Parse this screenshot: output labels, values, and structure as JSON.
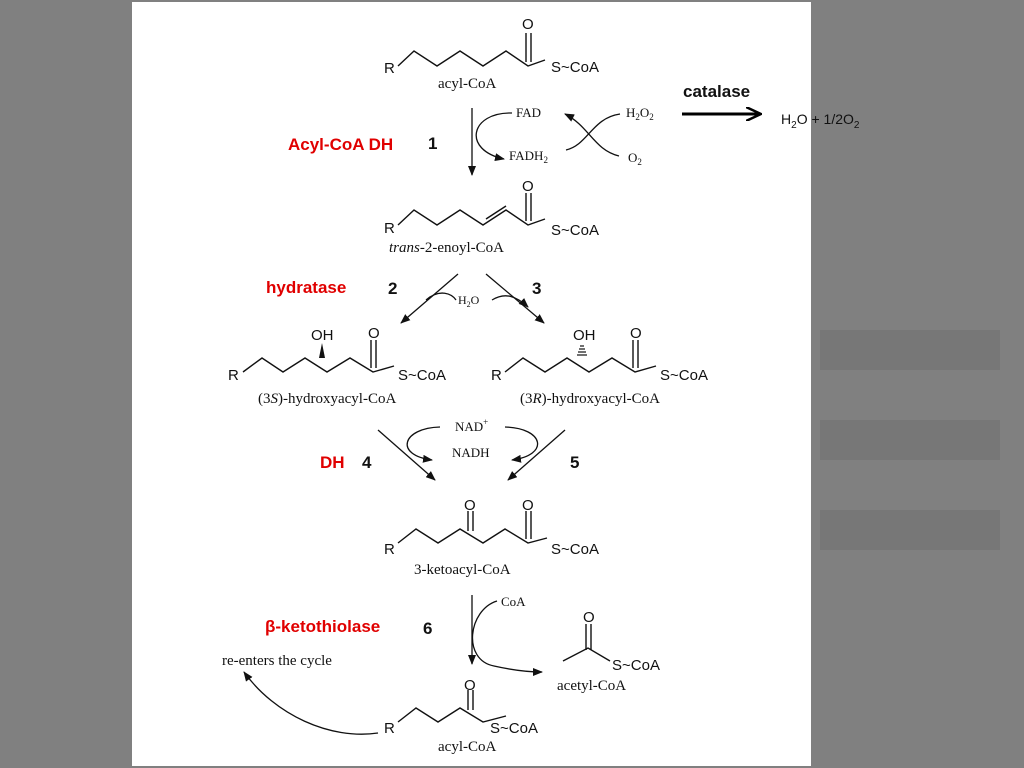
{
  "colors": {
    "background": "#808080",
    "panel": "#ffffff",
    "enzyme_label": "#e00000"
  },
  "enzymes": {
    "acyl_coa_dh": "Acyl-CoA DH",
    "hydratase": "hydratase",
    "dh": "DH",
    "ketothiolase": "β-ketothiolase",
    "catalase": "catalase"
  },
  "steps": {
    "s1": "1",
    "s2": "2",
    "s3": "3",
    "s4": "4",
    "s5": "5",
    "s6": "6"
  },
  "compounds": {
    "acyl_coa_top": "acyl-CoA",
    "enoyl_prefix": "trans",
    "enoyl_suffix": "-2-enoyl-CoA",
    "hydroxy_s_open": "(3",
    "hydroxy_s_italic": "S",
    "hydroxy_s_close": ")-hydroxyacyl-CoA",
    "hydroxy_r_open": "(3",
    "hydroxy_r_italic": "R",
    "hydroxy_r_close": ")-hydroxyacyl-CoA",
    "ketoacyl": "3-ketoacyl-CoA",
    "acetyl_coa": "acetyl-CoA",
    "acyl_coa_bottom": "acyl-CoA"
  },
  "atoms": {
    "R": "R",
    "O": "O",
    "OH": "OH",
    "SCoA": "S~CoA"
  },
  "cofactors": {
    "fad": "FAD",
    "fadh2": "FADH",
    "fadh2_sub": "2",
    "h2o2_a": "H",
    "h2o2_b": "2",
    "h2o2_c": "O",
    "h2o2_d": "2",
    "o2_a": "O",
    "o2_b": "2",
    "h2o_a": "H",
    "h2o_b": "2",
    "h2o_c": "O",
    "nad": "NAD",
    "nad_sup": "+",
    "nadh": "NADH",
    "coa": "CoA"
  },
  "catalase_product": {
    "a": "H",
    "b": "2",
    "c": "O + 1/2O",
    "d": "2"
  },
  "reenter": "re-enters the cycle"
}
